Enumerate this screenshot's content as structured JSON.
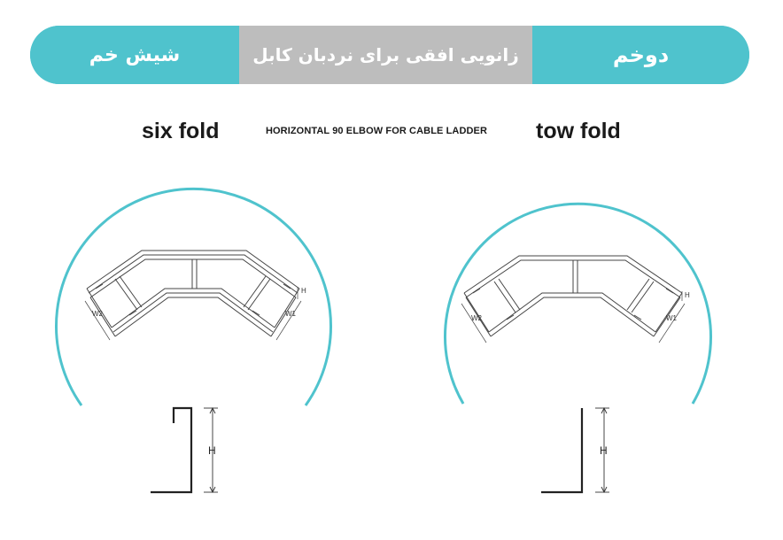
{
  "banner": {
    "left_title": "شیش خم",
    "center_title": "زانویی افقی برای نردبان کابل",
    "right_title": "دوخم"
  },
  "labels": {
    "left_model": "six fold",
    "center_caption": "HORIZONTAL 90 ELBOW FOR CABLE LADDER",
    "right_model": "tow fold"
  },
  "dimensions": {
    "width_1": "W1",
    "width_2": "W2",
    "height": "H"
  },
  "colors": {
    "accent": "#4fc3cd",
    "banner_center": "#bdbdbd",
    "line": "#333333"
  }
}
